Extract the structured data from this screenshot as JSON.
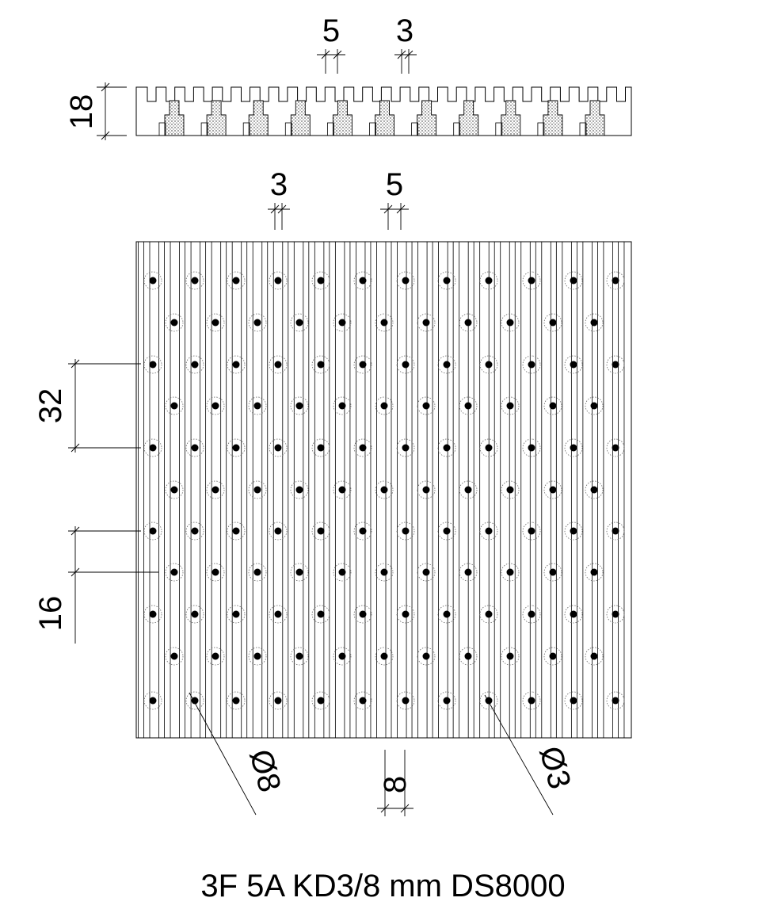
{
  "section_view": {
    "height_label": "18",
    "top_dim_left": "5",
    "top_dim_right": "3"
  },
  "plan_view": {
    "slot_dim_a": "3",
    "slot_dim_b": "5",
    "row_pitch_label": "32",
    "row_offset_label": "16",
    "large_hole_label": "Ø8",
    "small_hole_label": "Ø3",
    "width_label": "8"
  },
  "caption": "3F 5A KD3/8 mm DS8000"
}
